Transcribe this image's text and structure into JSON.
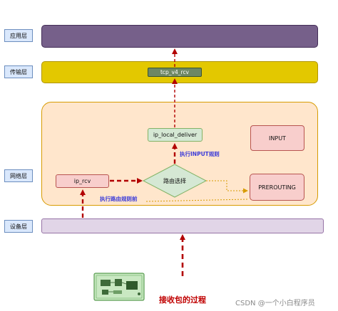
{
  "layers": {
    "app": "应用层",
    "transport": "传输层",
    "network": "网络层",
    "device": "设备层"
  },
  "nodes": {
    "tcp_v4_rcv": "tcp_v4_rcv",
    "ip_local_deliver": "ip_local_deliver",
    "ip_rcv": "ip_rcv",
    "route_select": "路由选择",
    "input_chain": "INPUT",
    "prerouting_chain": "PREROUTING"
  },
  "annotations": {
    "exec_input": "执行INPUT规则",
    "exec_routing": "执行路由规则前",
    "receive_process": "接收包的过程"
  },
  "watermark": "CSDN @一个小白程序员",
  "colors": {
    "app_band": "#76608a",
    "transport_band": "#e3c800",
    "network_bg": "#ffe6cc",
    "device_band": "#e1d5e7",
    "node_red": "#f8cecc",
    "node_green": "#d5e8d4",
    "arrow_red": "#b20000",
    "note_blue": "#3b3bd9"
  }
}
